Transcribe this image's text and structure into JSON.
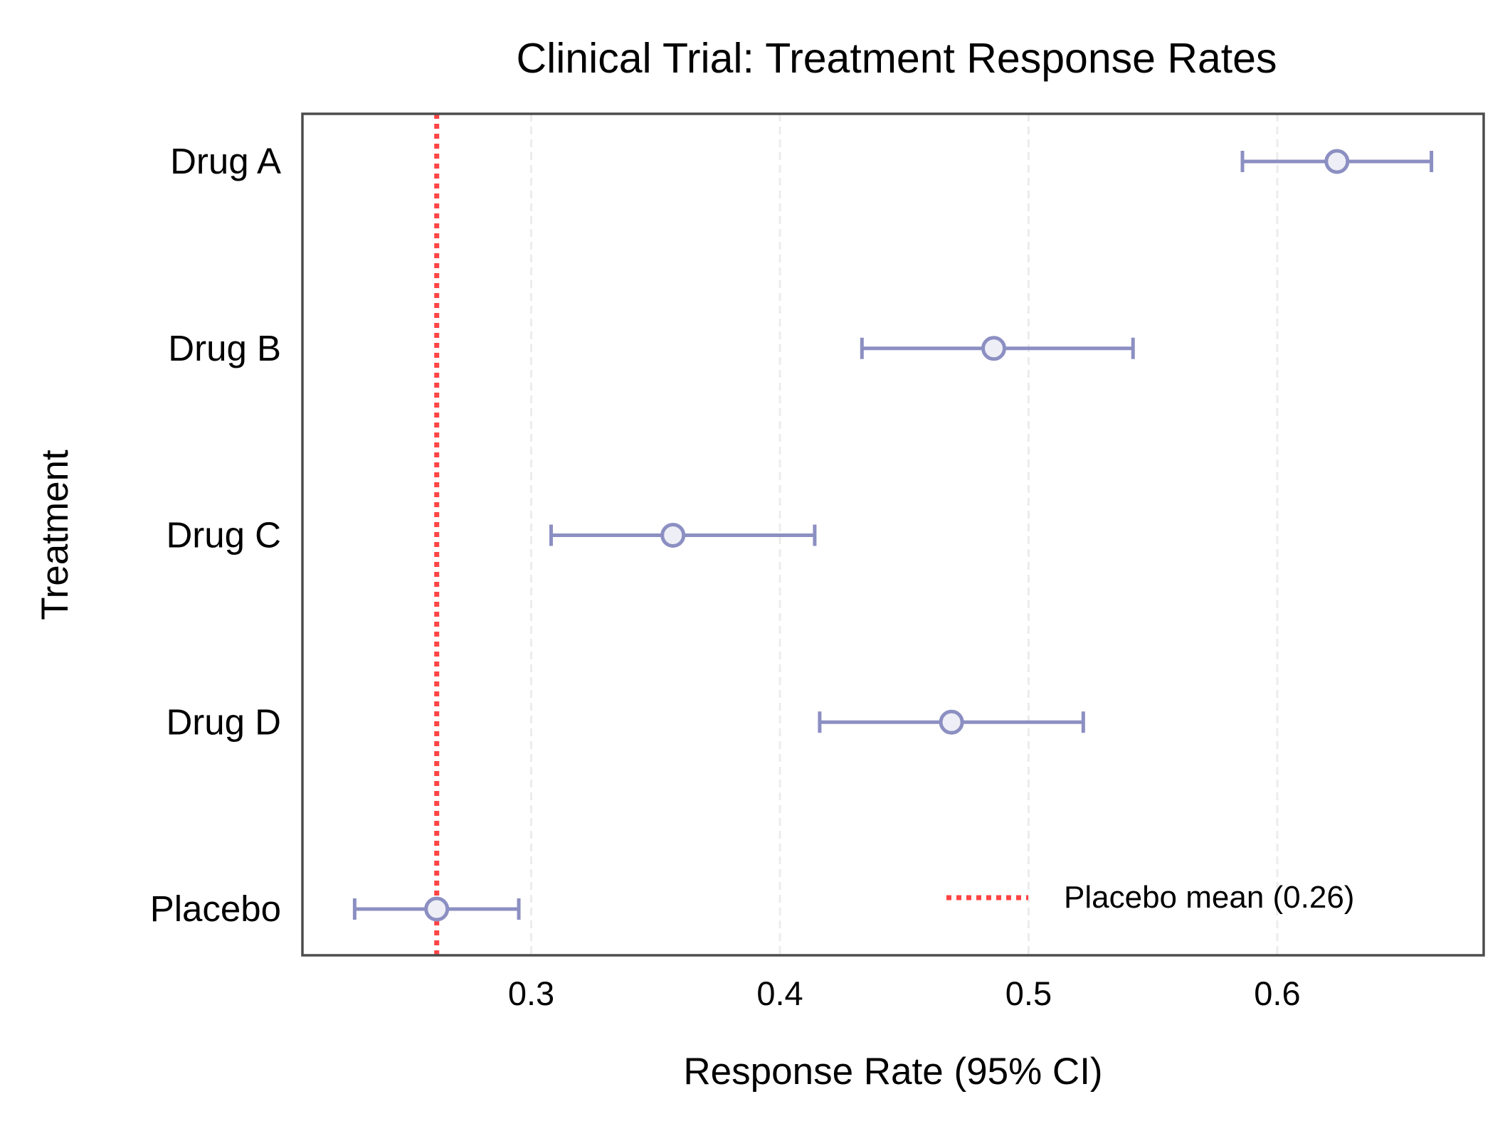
{
  "chart_data": {
    "type": "forest",
    "title": "Clinical Trial: Treatment Response Rates",
    "xlabel": "Response Rate (95% CI)",
    "ylabel": "Treatment",
    "xlim": [
      0.208,
      0.683
    ],
    "xticks": [
      0.3,
      0.4,
      0.5,
      0.6
    ],
    "xtick_labels": [
      "0.3",
      "0.4",
      "0.5",
      "0.6"
    ],
    "categories": [
      "Drug A",
      "Drug B",
      "Drug C",
      "Drug D",
      "Placebo"
    ],
    "estimates": [
      0.624,
      0.486,
      0.357,
      0.469,
      0.262
    ],
    "ci_lower": [
      0.586,
      0.433,
      0.308,
      0.416,
      0.229
    ],
    "ci_upper": [
      0.662,
      0.542,
      0.414,
      0.522,
      0.295
    ],
    "grid": {
      "x": true,
      "y": false,
      "style": "dashed"
    },
    "reference_line": {
      "value": 0.262,
      "label": "Placebo mean (0.26)",
      "color": "#ff4444",
      "style": "dotted"
    },
    "legend": {
      "position": "lower-right",
      "entries": [
        "Placebo mean (0.26)"
      ]
    },
    "colors": {
      "marker": "#8c8fc2",
      "marker_fill": "#eeeef6",
      "axes": "#4d4d4d",
      "grid": "#ececec",
      "reference": "#ff4444"
    }
  }
}
